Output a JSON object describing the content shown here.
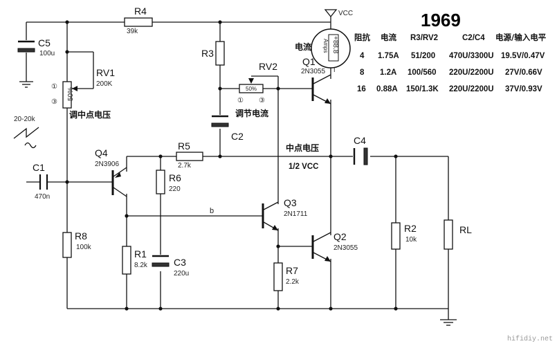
{
  "title": "1969",
  "watermark": "hifidiy.net",
  "labels": {
    "vcc": "VCC",
    "meter_label": "电流",
    "meter_face": "+88.8",
    "meter_unit": "Amps",
    "mid_label": "中点电压",
    "half_vcc": "1/2 VCC",
    "adj_mid": "调中点电压",
    "adj_current": "调节电流",
    "input_signal": "20-20k",
    "node_b": "b",
    "rv1_pin1": "①",
    "rv1_pin3": "③",
    "rv1_value_mark": "50%",
    "rv2_value_mark": "50%",
    "rv2_pin1": "①",
    "rv2_pin3": "③"
  },
  "components": {
    "r4": {
      "ref": "R4",
      "value": "39k"
    },
    "c5": {
      "ref": "C5",
      "value": "100u"
    },
    "rv1": {
      "ref": "RV1",
      "value": "200K"
    },
    "r3": {
      "ref": "R3"
    },
    "rv2": {
      "ref": "RV2"
    },
    "c2": {
      "ref": "C2"
    },
    "q1": {
      "ref": "Q1",
      "value": "2N3055"
    },
    "q4": {
      "ref": "Q4",
      "value": "2N3906"
    },
    "r5": {
      "ref": "R5",
      "value": "2.7k"
    },
    "r6": {
      "ref": "R6",
      "value": "220"
    },
    "c1": {
      "ref": "C1",
      "value": "470n"
    },
    "q3": {
      "ref": "Q3",
      "value": "2N1711"
    },
    "q2": {
      "ref": "Q2",
      "value": "2N3055"
    },
    "c4": {
      "ref": "C4"
    },
    "r8": {
      "ref": "R8",
      "value": "100k"
    },
    "r1": {
      "ref": "R1",
      "value": "8.2k"
    },
    "c3": {
      "ref": "C3",
      "value": "220u"
    },
    "r7": {
      "ref": "R7",
      "value": "2.2k"
    },
    "r2": {
      "ref": "R2",
      "value": "10k"
    },
    "rl": {
      "ref": "RL"
    }
  },
  "table": {
    "headers": [
      "阻抗",
      "电流",
      "R3/RV2",
      "C2/C4",
      "电源/输入电平"
    ],
    "rows": [
      [
        "4",
        "1.75A",
        "51/200",
        "470U/3300U",
        "19.5V/0.47V"
      ],
      [
        "8",
        "1.2A",
        "100/560",
        "220U/2200U",
        "27V/0.66V"
      ],
      [
        "16",
        "0.88A",
        "150/1.3K",
        "220U/2200U",
        "37V/0.93V"
      ]
    ]
  }
}
